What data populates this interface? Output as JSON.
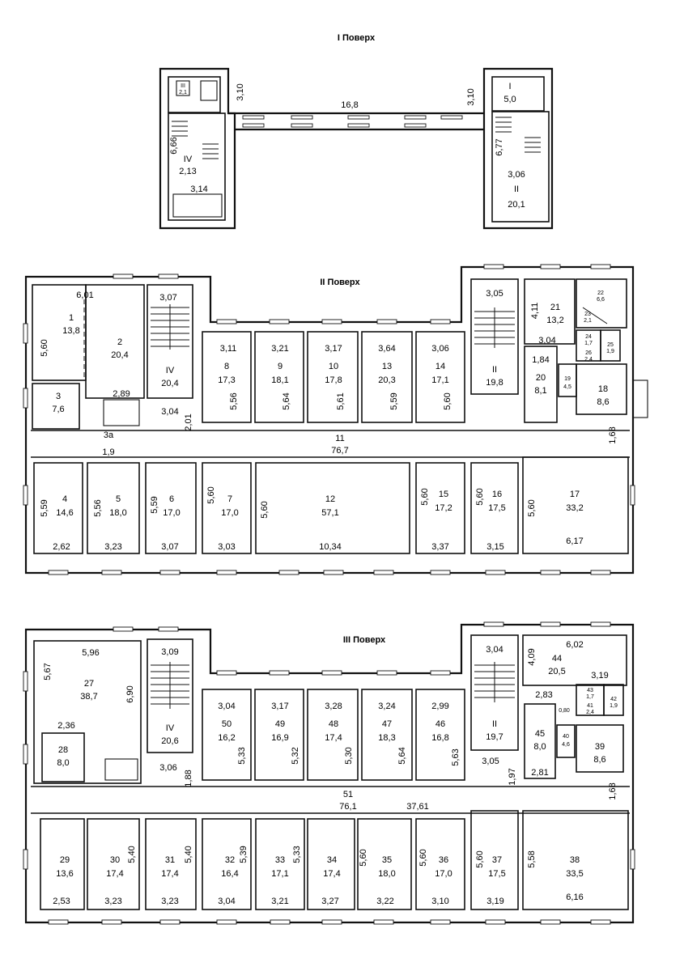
{
  "floors": [
    {
      "title": "I Поверх",
      "rooms": [
        {
          "n": "I",
          "a": "5,0"
        },
        {
          "n": "IV",
          "a": "2,13"
        },
        {
          "n": "II",
          "a": "20,1"
        },
        {
          "n": "III",
          "a": "2,1"
        }
      ],
      "dims": [
        "3,10",
        "16,8",
        "3,10",
        "6,66",
        "3,14",
        "6,77",
        "3,06"
      ]
    },
    {
      "title": "II Поверх",
      "rooms": [
        {
          "n": "1",
          "a": "13,8"
        },
        {
          "n": "2",
          "a": "20,4"
        },
        {
          "n": "3",
          "a": "7,6"
        },
        {
          "n": "IV",
          "a": "20,4"
        },
        {
          "n": "8",
          "a": "17,3"
        },
        {
          "n": "9",
          "a": "18,1"
        },
        {
          "n": "10",
          "a": "17,8"
        },
        {
          "n": "13",
          "a": "20,3"
        },
        {
          "n": "14",
          "a": "17,1"
        },
        {
          "n": "II",
          "a": "19,8"
        },
        {
          "n": "21",
          "a": "13,2"
        },
        {
          "n": "20",
          "a": "8,1"
        },
        {
          "n": "19",
          "a": "4,5"
        },
        {
          "n": "18",
          "a": "8,6"
        },
        {
          "n": "11",
          "a": "76,7"
        },
        {
          "n": "4",
          "a": "14,6"
        },
        {
          "n": "5",
          "a": "18,0"
        },
        {
          "n": "6",
          "a": "17,0"
        },
        {
          "n": "7",
          "a": "17,0"
        },
        {
          "n": "12",
          "a": "57,1"
        },
        {
          "n": "15",
          "a": "17,2"
        },
        {
          "n": "16",
          "a": "17,5"
        },
        {
          "n": "17",
          "a": "33,2"
        },
        {
          "n": "22",
          "a": "6,6"
        },
        {
          "n": "23",
          "a": "2,1"
        },
        {
          "n": "24",
          "a": "1,7"
        },
        {
          "n": "25",
          "a": "1,9"
        },
        {
          "n": "26",
          "a": "2,4"
        }
      ],
      "dims": [
        "6,01",
        "5,60",
        "2,89",
        "3а",
        "1,9",
        "3,07",
        "3,04",
        "2,01",
        "3,11",
        "5,56",
        "3,21",
        "5,64",
        "3,17",
        "5,61",
        "3,64",
        "5,59",
        "3,06",
        "5,60",
        "3,05",
        "4,11",
        "3,04",
        "1,84",
        "1,68",
        "5,59",
        "2,62",
        "5,56",
        "3,23",
        "5,59",
        "3,07",
        "5,60",
        "3,03",
        "5,60",
        "10,34",
        "5,60",
        "3,37",
        "5,60",
        "3,15",
        "5,60",
        "6,17"
      ]
    },
    {
      "title": "III Поверх",
      "rooms": [
        {
          "n": "27",
          "a": "38,7"
        },
        {
          "n": "28",
          "a": "8,0"
        },
        {
          "n": "IV",
          "a": "20,6"
        },
        {
          "n": "50",
          "a": "16,2"
        },
        {
          "n": "49",
          "a": "16,9"
        },
        {
          "n": "48",
          "a": "17,4"
        },
        {
          "n": "47",
          "a": "18,3"
        },
        {
          "n": "46",
          "a": "16,8"
        },
        {
          "n": "II",
          "a": "19,7"
        },
        {
          "n": "44",
          "a": "20,5"
        },
        {
          "n": "45",
          "a": "8,0"
        },
        {
          "n": "40",
          "a": "4,6"
        },
        {
          "n": "39",
          "a": "8,6"
        },
        {
          "n": "51",
          "a": "76,1"
        },
        {
          "n": "29",
          "a": "13,6"
        },
        {
          "n": "30",
          "a": "17,4"
        },
        {
          "n": "31",
          "a": "17,4"
        },
        {
          "n": "32",
          "a": "16,4"
        },
        {
          "n": "33",
          "a": "17,1"
        },
        {
          "n": "34",
          "a": "17,4"
        },
        {
          "n": "35",
          "a": "18,0"
        },
        {
          "n": "36",
          "a": "17,0"
        },
        {
          "n": "37",
          "a": "17,5"
        },
        {
          "n": "38",
          "a": "33,5"
        },
        {
          "n": "43",
          "a": "1,7"
        },
        {
          "n": "42",
          "a": "1,9"
        },
        {
          "n": "41",
          "a": "2,4"
        }
      ],
      "dims": [
        "5,96",
        "5,67",
        "6,90",
        "2,36",
        "3,09",
        "3,06",
        "1,88",
        "3,04",
        "5,33",
        "3,17",
        "5,32",
        "3,28",
        "5,30",
        "3,24",
        "5,64",
        "2,99",
        "5,63",
        "3,04",
        "3,05",
        "1,97",
        "4,09",
        "6,02",
        "3,19",
        "2,83",
        "0,80",
        "2,81",
        "37,61",
        "1,68",
        "2,53",
        "3,23",
        "5,40",
        "3,23",
        "5,40",
        "3,04",
        "5,39",
        "3,21",
        "5,33",
        "3,27",
        "5,60",
        "3,22",
        "5,60",
        "3,10",
        "5,60",
        "3,19",
        "5,58",
        "6,16"
      ]
    }
  ]
}
